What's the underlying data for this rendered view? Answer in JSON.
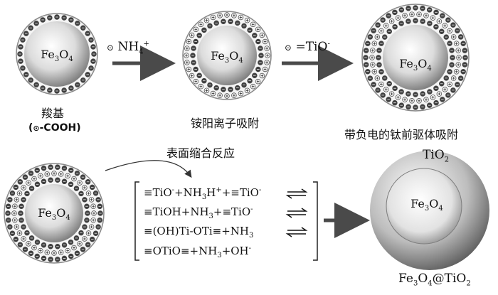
{
  "labels": {
    "carboxyl": "羧基",
    "cooh": "-COOH",
    "nh4": "NH",
    "nh4_sub": "4",
    "nh4_sup": "+",
    "tio": "=TiO",
    "tio_sup": "-",
    "ammonium_adsorb": "铵阳离子吸附",
    "ti_precursor_adsorb": "带负电的钛前驱体吸附",
    "surface_condensation": "表面缩合反应",
    "tio2": "TiO",
    "tio2_sub": "2",
    "final_product": "Fe",
    "final_product_a": "3",
    "final_product_b": "O",
    "final_product_c": "4",
    "final_product_d": "@TiO",
    "final_product_e": "2"
  },
  "core": {
    "fe": "Fe",
    "sub3": "3",
    "o": "O",
    "sub4": "4"
  },
  "equations": [
    {
      "a": "≡TiO",
      "a_sup": "-",
      "b": "+NH",
      "b_sub": "3",
      "c": "H",
      "c_sup": "+",
      "d": "+≡TiO",
      "d_sup": "-"
    },
    {
      "a": "≡TiOH+NH",
      "a_sub": "3",
      "b": "+≡TiO",
      "b_sup": "-"
    },
    {
      "a": "≡(OH)Ti-OTi≡+NH",
      "a_sub": "3"
    },
    {
      "a": "≡OTiO≡+NH",
      "a_sub": "3",
      "b": "+OH",
      "b_sup": "-"
    }
  ],
  "colors": {
    "arrow": "#4a4a4a",
    "ring": "#6d6d6d",
    "shell": "#8c8c8c"
  },
  "icons": [
    "circled-dot-icon",
    "equilibrium-arrow-icon",
    "curved-arrow-icon"
  ]
}
